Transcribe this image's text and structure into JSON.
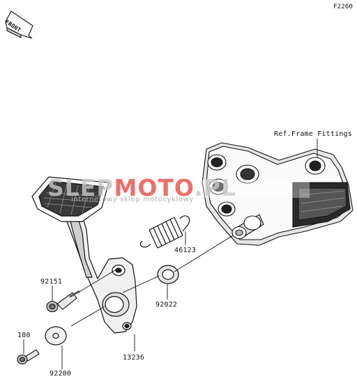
{
  "diagram": {
    "code": "F2260",
    "direction_marker": "FRONT",
    "reference_label": "Ref.Frame Fittings",
    "parts": [
      {
        "number": "92151"
      },
      {
        "number": "46123"
      },
      {
        "number": "92022"
      },
      {
        "number": "13236"
      },
      {
        "number": "180"
      },
      {
        "number": "92200"
      }
    ]
  },
  "watermark": {
    "brand_prefix": "SLEP",
    "brand_main": "MOTO",
    "brand_suffix": ".PL",
    "tagline": "internetowy sklep motocyklowy",
    "colors": {
      "prefix": "#c9c9c9",
      "main": "#e8473f"
    }
  }
}
